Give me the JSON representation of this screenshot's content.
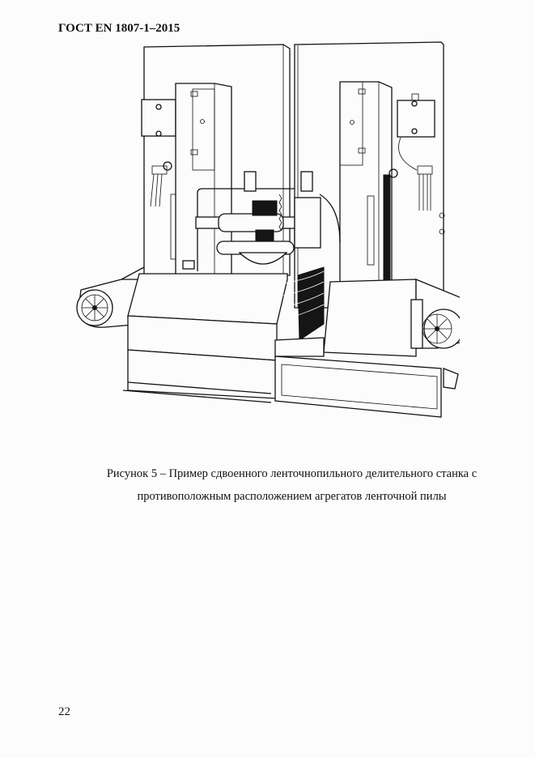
{
  "document": {
    "header": "ГОСТ EN 1807-1–2015",
    "figure": {
      "image_semantic": "twin-bandsaw-machine-line-drawing",
      "caption_line1": "Рисунок 5 – Пример сдвоенного ленточнопильного делительного станка с",
      "caption_line2": "противоположным расположением агрегатов ленточной пилы"
    },
    "page_number": "22"
  }
}
